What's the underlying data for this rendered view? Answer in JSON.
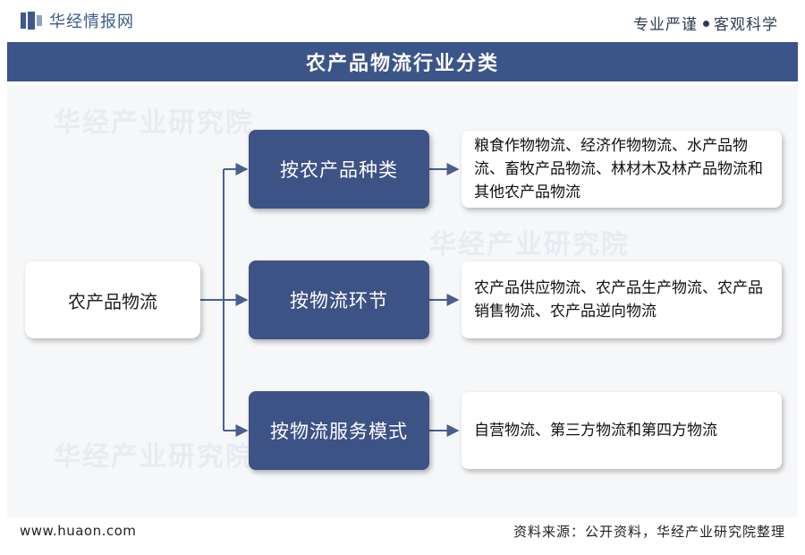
{
  "header": {
    "logo_text": "华经情报网",
    "slogan_left": "专业严谨",
    "slogan_right": "客观科学"
  },
  "title": "农产品物流行业分类",
  "diagram": {
    "root": "农产品物流",
    "branches": [
      {
        "label": "按农产品种类",
        "detail": "粮食作物物流、经济作物物流、水产品物流、畜牧产品物流、林材木及林产品物流和其他农产品物流"
      },
      {
        "label": "按物流环节",
        "detail": "农产品供应物流、农产品生产物流、农产品销售物流、农产品逆向物流"
      },
      {
        "label": "按物流服务模式",
        "detail": "自营物流、第三方物流和第四方物流"
      }
    ]
  },
  "footer": {
    "website": "www.huaon.com",
    "source": "资料来源：公开资料，华经产业研究院整理"
  },
  "watermark": "华经产业研究院",
  "colors": {
    "accent": "#3c5588",
    "mid_box": "#3d5285",
    "connector": "#4a5f8f"
  }
}
